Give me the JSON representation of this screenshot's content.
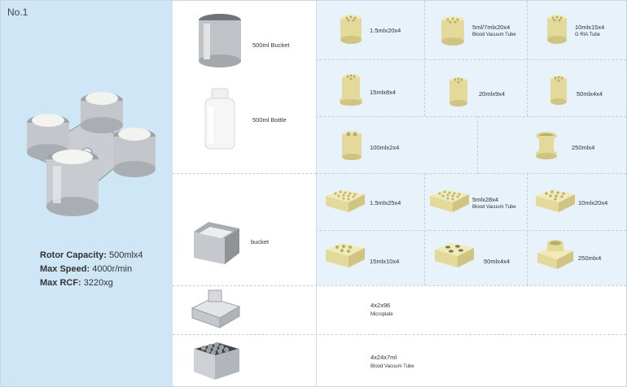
{
  "panel": {
    "number": "No.1",
    "specs": [
      {
        "key": "Rotor Capacity:",
        "value": "500mlx4"
      },
      {
        "key": "Max Speed:",
        "value": "4000r/min"
      },
      {
        "key": "Max RCF:",
        "value": "3220xg"
      }
    ]
  },
  "accessories": {
    "bucket_500": "500ml Bucket",
    "bottle_500": "500ml Bottle",
    "bucket": "bucket"
  },
  "adapters": [
    {
      "label": "1.5mlx20x4",
      "sub": ""
    },
    {
      "label": "5ml/7mlx20x4",
      "sub": "Blood Vacuum Tube"
    },
    {
      "label": "10mlx15x4",
      "sub": "G RIA Tube"
    },
    {
      "label": "15mlx8x4",
      "sub": ""
    },
    {
      "label": "20mlx9x4",
      "sub": ""
    },
    {
      "label": "50mlx4x4",
      "sub": ""
    },
    {
      "label": "100mlx2x4",
      "sub": ""
    },
    {
      "label": "250mlx4",
      "sub": ""
    },
    {
      "label": "1.5mlx25x4",
      "sub": ""
    },
    {
      "label": "5mlx28x4",
      "sub": "Blood Vacuum Tube"
    },
    {
      "label": "10mlx20x4",
      "sub": ""
    },
    {
      "label": "15mlx10x4",
      "sub": ""
    },
    {
      "label": "50mlx4x4",
      "sub": ""
    },
    {
      "label": "250mlx4",
      "sub": ""
    }
  ],
  "plates": [
    {
      "label": "4x2x96",
      "sub": "Microplate"
    },
    {
      "label": "4x24x7ml",
      "sub": "Blood Vacuum Tube"
    }
  ],
  "colors": {
    "left_panel": "#cfe6f7",
    "cell_tint": "#e7f2fa",
    "adapter": "#e2d99a",
    "metal": "#b8bcc0"
  }
}
